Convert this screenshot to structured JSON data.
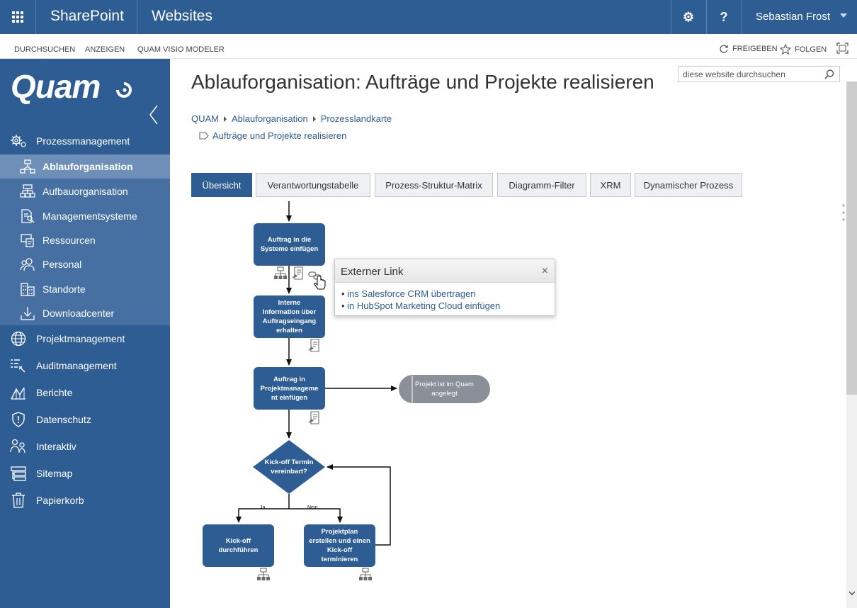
{
  "suitebar": {
    "brand": "SharePoint",
    "site": "Websites",
    "settings_glyph": "⚙",
    "help_glyph": "?",
    "user": "Sebastian Frost"
  },
  "ribbon": {
    "tabs": [
      "DURCHSUCHEN",
      "ANZEIGEN",
      "QUAM VISIO MODELER"
    ],
    "share": "FREIGEBEN",
    "follow": "FOLGEN"
  },
  "sidebar": {
    "logo": "Quam",
    "items": [
      {
        "label": "Prozessmanagement",
        "icon": "gear-process-icon"
      },
      {
        "label": "Ablauforganisation",
        "icon": "flow-icon",
        "active": true
      },
      {
        "label": "Aufbauorganisation",
        "icon": "org-chart-icon"
      },
      {
        "label": "Managementsysteme",
        "icon": "document-search-icon"
      },
      {
        "label": "Ressourcen",
        "icon": "resources-icon"
      },
      {
        "label": "Personal",
        "icon": "people-icon"
      },
      {
        "label": "Standorte",
        "icon": "building-icon"
      },
      {
        "label": "Downloadcenter",
        "icon": "download-icon"
      },
      {
        "label": "Projektmanagement",
        "icon": "globe-icon"
      },
      {
        "label": "Auditmanagement",
        "icon": "audit-icon"
      },
      {
        "label": "Berichte",
        "icon": "chart-icon"
      },
      {
        "label": "Datenschutz",
        "icon": "shield-icon"
      },
      {
        "label": "Interaktiv",
        "icon": "interactive-icon"
      },
      {
        "label": "Sitemap",
        "icon": "sitemap-icon"
      },
      {
        "label": "Papierkorb",
        "icon": "trash-icon"
      }
    ]
  },
  "page": {
    "title": "Ablauforganisation: Aufträge und Projekte realisieren",
    "search_placeholder": "diese website durchsuchen",
    "breadcrumb": [
      "QUAM",
      "Ablauforganisation",
      "Prozesslandkarte"
    ],
    "current": "Aufträge und Projekte realisieren"
  },
  "tabs": [
    "Übersicht",
    "Verantwortungstabelle",
    "Prozess-Struktur-Matrix",
    "Diagramm-Filter",
    "XRM",
    "Dynamischer Prozess"
  ],
  "diagram": {
    "step1": [
      "Auftrag in die",
      "Systeme einfügen"
    ],
    "step2": [
      "Interne",
      "Information über",
      "Auftragseingang",
      "erhalten"
    ],
    "step3": [
      "Auftrag in",
      "Projektmanageme",
      "nt einfügen"
    ],
    "end_event": [
      "Projekt ist im Quam",
      "angelegt"
    ],
    "decision": [
      "Kick-off Termin",
      "vereinbart?"
    ],
    "yes": "Ja",
    "no": "Nein",
    "step_yes": [
      "Kick-off",
      "durchführen"
    ],
    "step_no": [
      "Projektplan",
      "erstellen und einen",
      "Kick-off",
      "terminieren"
    ],
    "colors": {
      "box": "#2e5d93",
      "event": "#8a9097",
      "icon": "#6b6b6b"
    }
  },
  "popup": {
    "title": "Externer Link",
    "close": "×",
    "links": [
      "ins Salesforce CRM übertragen",
      "in HubSpot Marketing Cloud einfügen"
    ]
  }
}
